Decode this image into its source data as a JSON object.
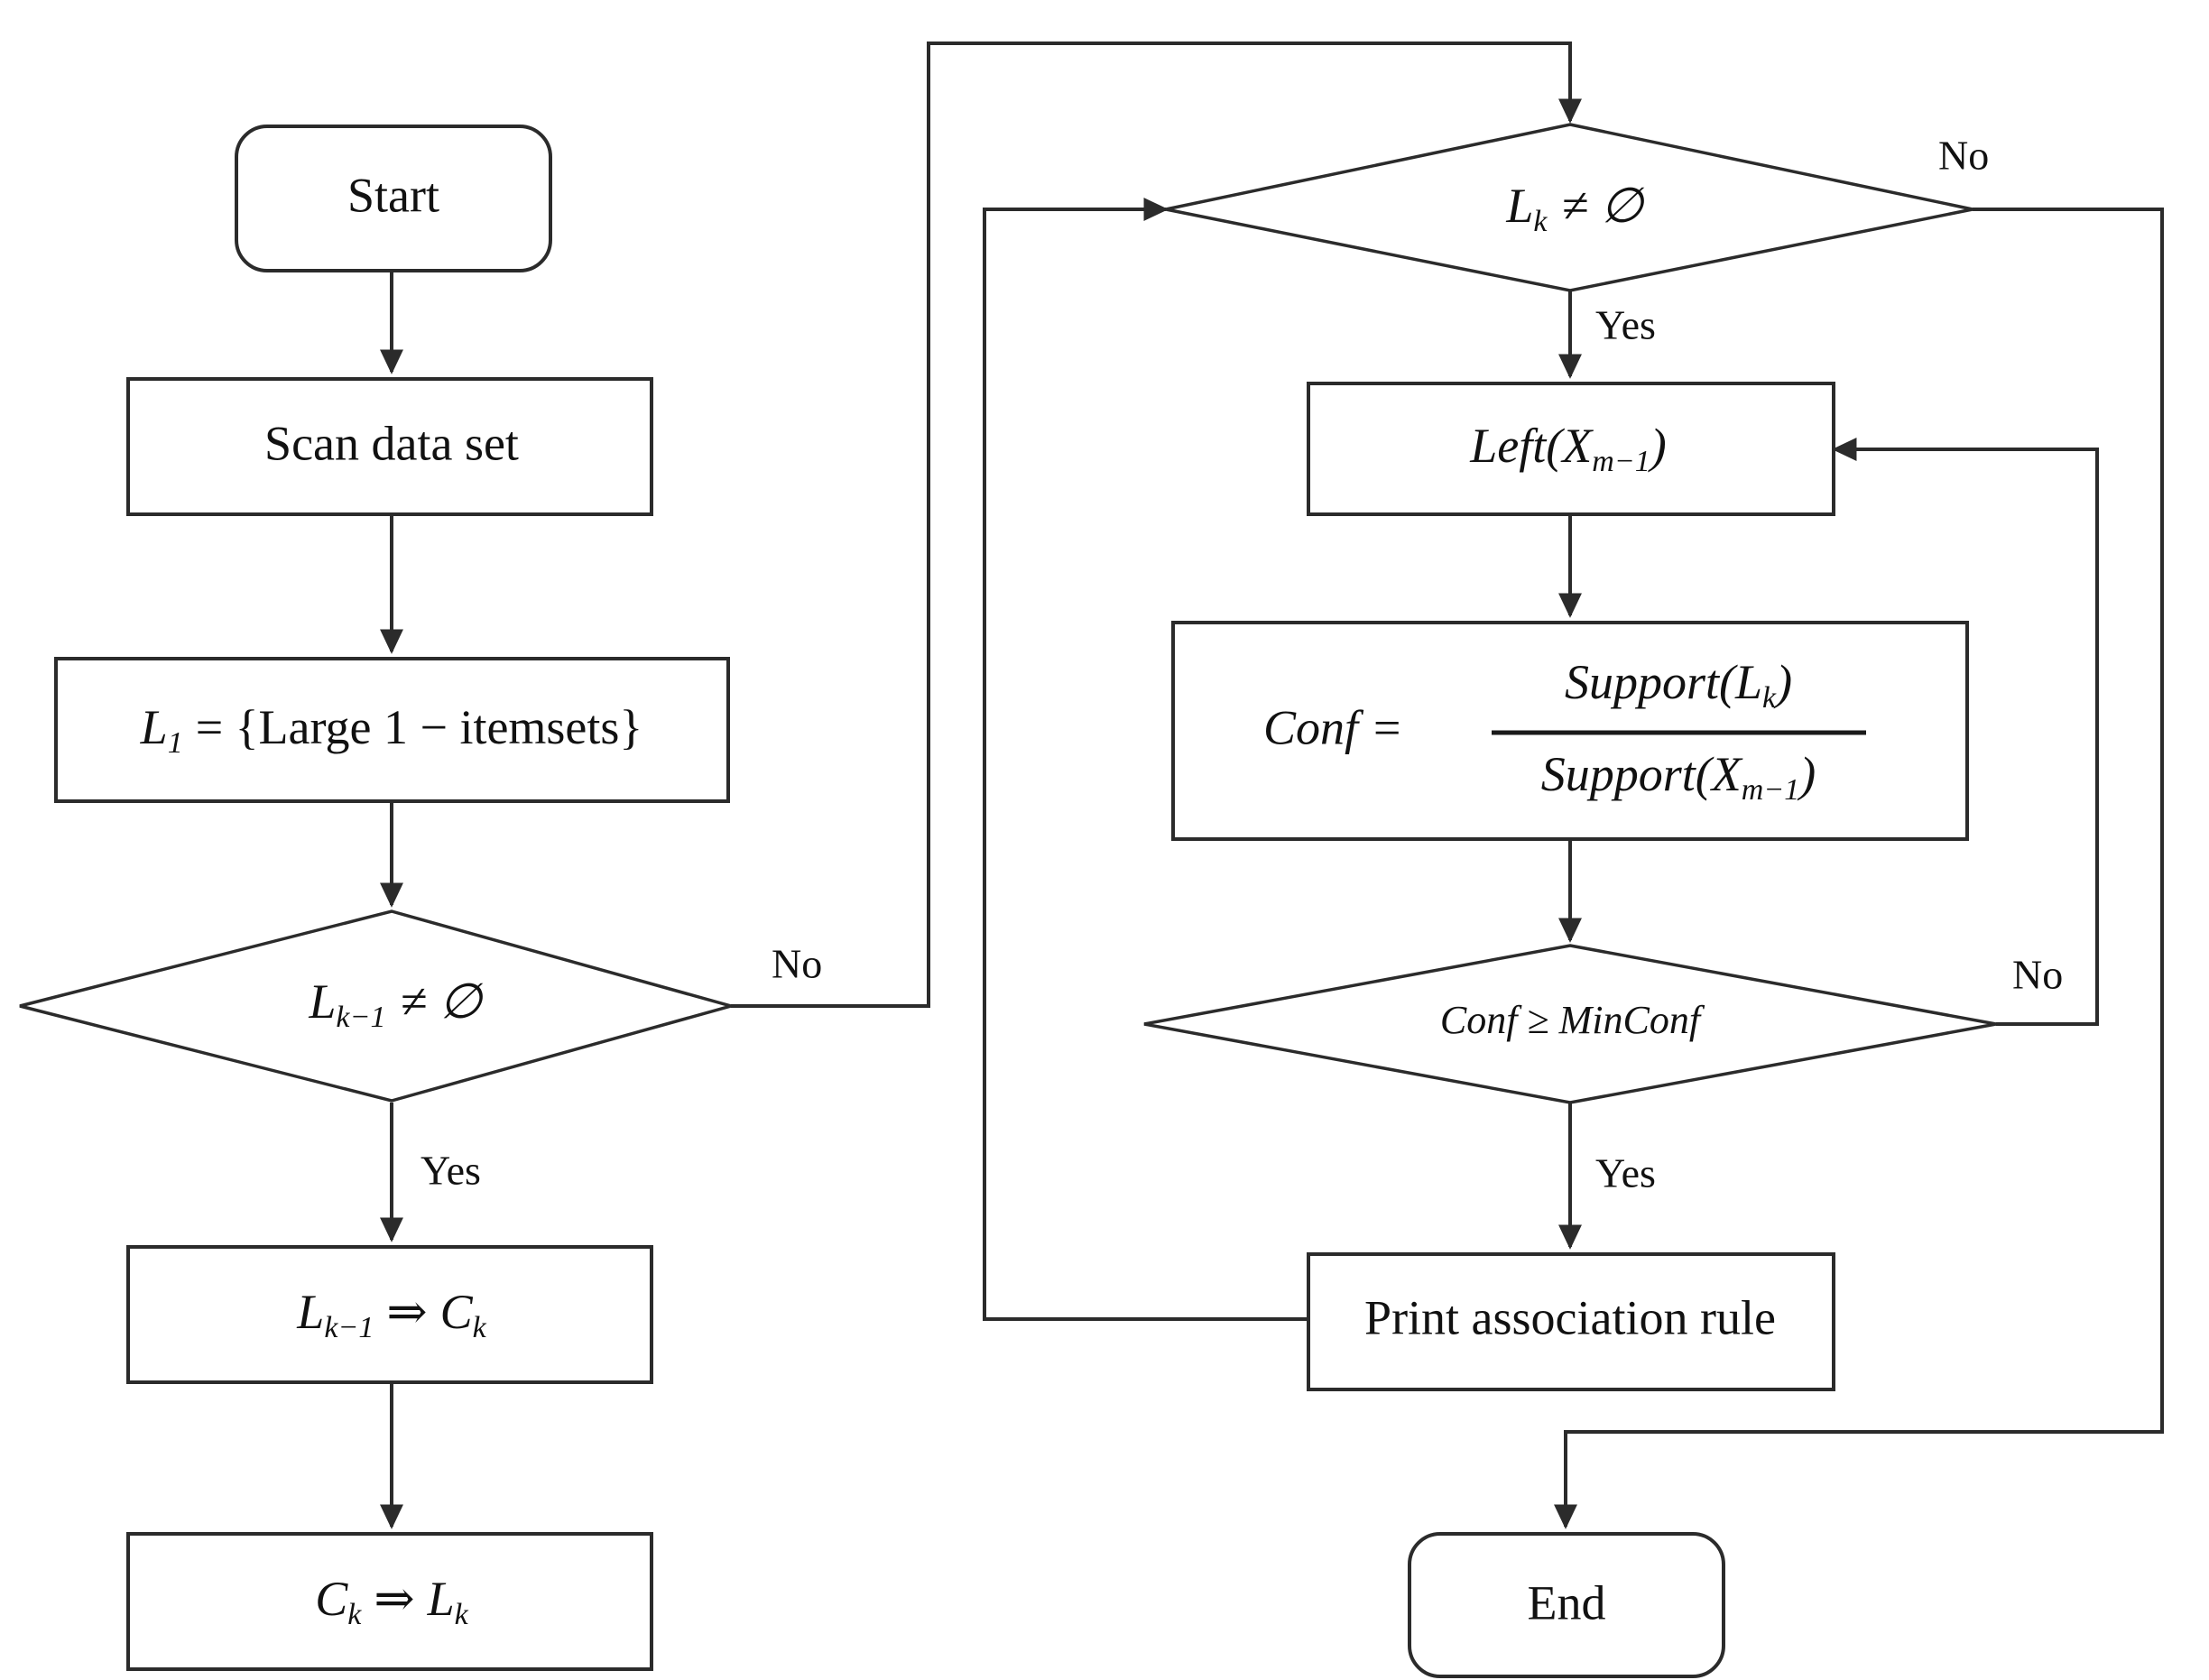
{
  "diagram": {
    "title": "Apriori association rule mining flowchart",
    "stroke_color": "#2b2b2b",
    "fill_color": "#ffffff"
  },
  "nodes": {
    "start": {
      "id": "start",
      "type": "terminator",
      "label": "Start"
    },
    "scan": {
      "id": "scan",
      "type": "process",
      "label": "Scan  data set"
    },
    "l1": {
      "id": "l1",
      "type": "process",
      "label": "L₁ = {Large 1 − itemsets}",
      "parts": {
        "lhs": "L",
        "lhs_sub": "1",
        "rhs": "= {Large 1 − itemsets}"
      }
    },
    "dec_lk1": {
      "id": "dec_lk1",
      "type": "decision",
      "label": "L_{k−1} ≠ ∅",
      "parts": {
        "base": "L",
        "sub": "k−1",
        "op": "≠ ∅"
      }
    },
    "lk1_to_ck": {
      "id": "lk1_to_ck",
      "type": "process",
      "label": "L_{k−1} ⇒ C_k",
      "parts": {
        "base1": "L",
        "sub1": "k−1",
        "arrow": "⇒",
        "base2": "C",
        "sub2": "k"
      }
    },
    "ck_to_lk": {
      "id": "ck_to_lk",
      "type": "process",
      "label": "C_k ⇒ L_k",
      "parts": {
        "base1": "C",
        "sub1": "k",
        "arrow": "⇒",
        "base2": "L",
        "sub2": "k"
      }
    },
    "dec_lk": {
      "id": "dec_lk",
      "type": "decision",
      "label": "L_k ≠ ∅",
      "parts": {
        "base": "L",
        "sub": "k",
        "op": "≠ ∅"
      }
    },
    "left_x": {
      "id": "left_x",
      "type": "process",
      "label": "Left(X_{m−1})",
      "parts": {
        "fn": "Left(X",
        "sub": "m−1",
        "tail": ")"
      }
    },
    "conf_formula": {
      "id": "conf_formula",
      "type": "process",
      "label": "Conf = Support(L_k) / Support(X_{m−1})",
      "parts": {
        "lhs": "Conf  =",
        "num": "Support(L",
        "num_sub": "k",
        "num_tail": ")",
        "den": "Support(X",
        "den_sub": "m−1",
        "den_tail": ")"
      }
    },
    "dec_conf": {
      "id": "dec_conf",
      "type": "decision",
      "label": "Conf ≥ MinConf"
    },
    "print_rule": {
      "id": "print_rule",
      "type": "process",
      "label": "Print association rule"
    },
    "end": {
      "id": "end",
      "type": "terminator",
      "label": "End"
    }
  },
  "edge_labels": {
    "lk1_no": "No",
    "lk1_yes": "Yes",
    "lk_no": "No",
    "lk_yes": "Yes",
    "conf_no": "No",
    "conf_yes": "Yes"
  },
  "edges": [
    {
      "from": "start",
      "to": "scan",
      "label": ""
    },
    {
      "from": "scan",
      "to": "l1",
      "label": ""
    },
    {
      "from": "l1",
      "to": "dec_lk1",
      "label": ""
    },
    {
      "from": "dec_lk1",
      "to": "lk1_to_ck",
      "label": "Yes"
    },
    {
      "from": "dec_lk1",
      "to": "dec_lk",
      "label": "No"
    },
    {
      "from": "lk1_to_ck",
      "to": "ck_to_lk",
      "label": ""
    },
    {
      "from": "dec_lk",
      "to": "left_x",
      "label": "Yes"
    },
    {
      "from": "dec_lk",
      "to": "end",
      "label": "No"
    },
    {
      "from": "left_x",
      "to": "conf_formula",
      "label": ""
    },
    {
      "from": "conf_formula",
      "to": "dec_conf",
      "label": ""
    },
    {
      "from": "dec_conf",
      "to": "print_rule",
      "label": "Yes"
    },
    {
      "from": "dec_conf",
      "to": "left_x",
      "label": "No"
    },
    {
      "from": "print_rule",
      "to": "dec_lk",
      "label": ""
    }
  ]
}
